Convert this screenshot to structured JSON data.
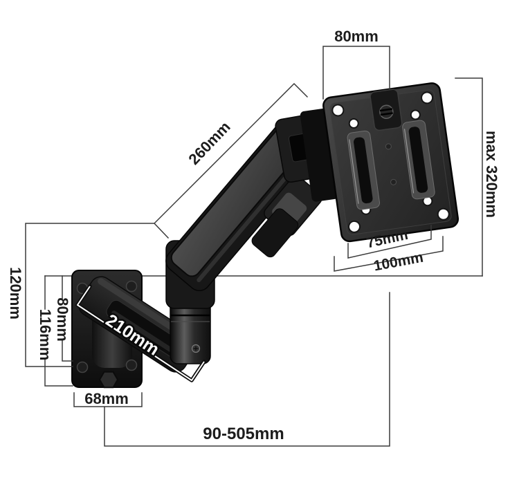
{
  "page": {
    "background": "#ffffff"
  },
  "colors": {
    "dimension_line": "#3a3a3a",
    "dimension_label": "#1c1c1c",
    "highlight_label_fill": "#ffffff",
    "highlight_label_outline": "#0a0a0a",
    "product_dark": "#161616",
    "product_gray": "#454545",
    "hole_fill": "#fcfcfc"
  },
  "dimensions": {
    "vesa_tab_width": "80mm",
    "max_height": "max 320mm",
    "upper_arm_length": "260mm",
    "vesa_inner_width": "75mm",
    "vesa_outer_width": "100mm",
    "wall_bracket_total_height": "120mm",
    "wall_bracket_hole_spacing": "80mm",
    "wall_bracket_height": "116mm",
    "lower_arm_length": "210mm",
    "wall_plate_width": "68mm",
    "extension_range": "90-505mm"
  }
}
